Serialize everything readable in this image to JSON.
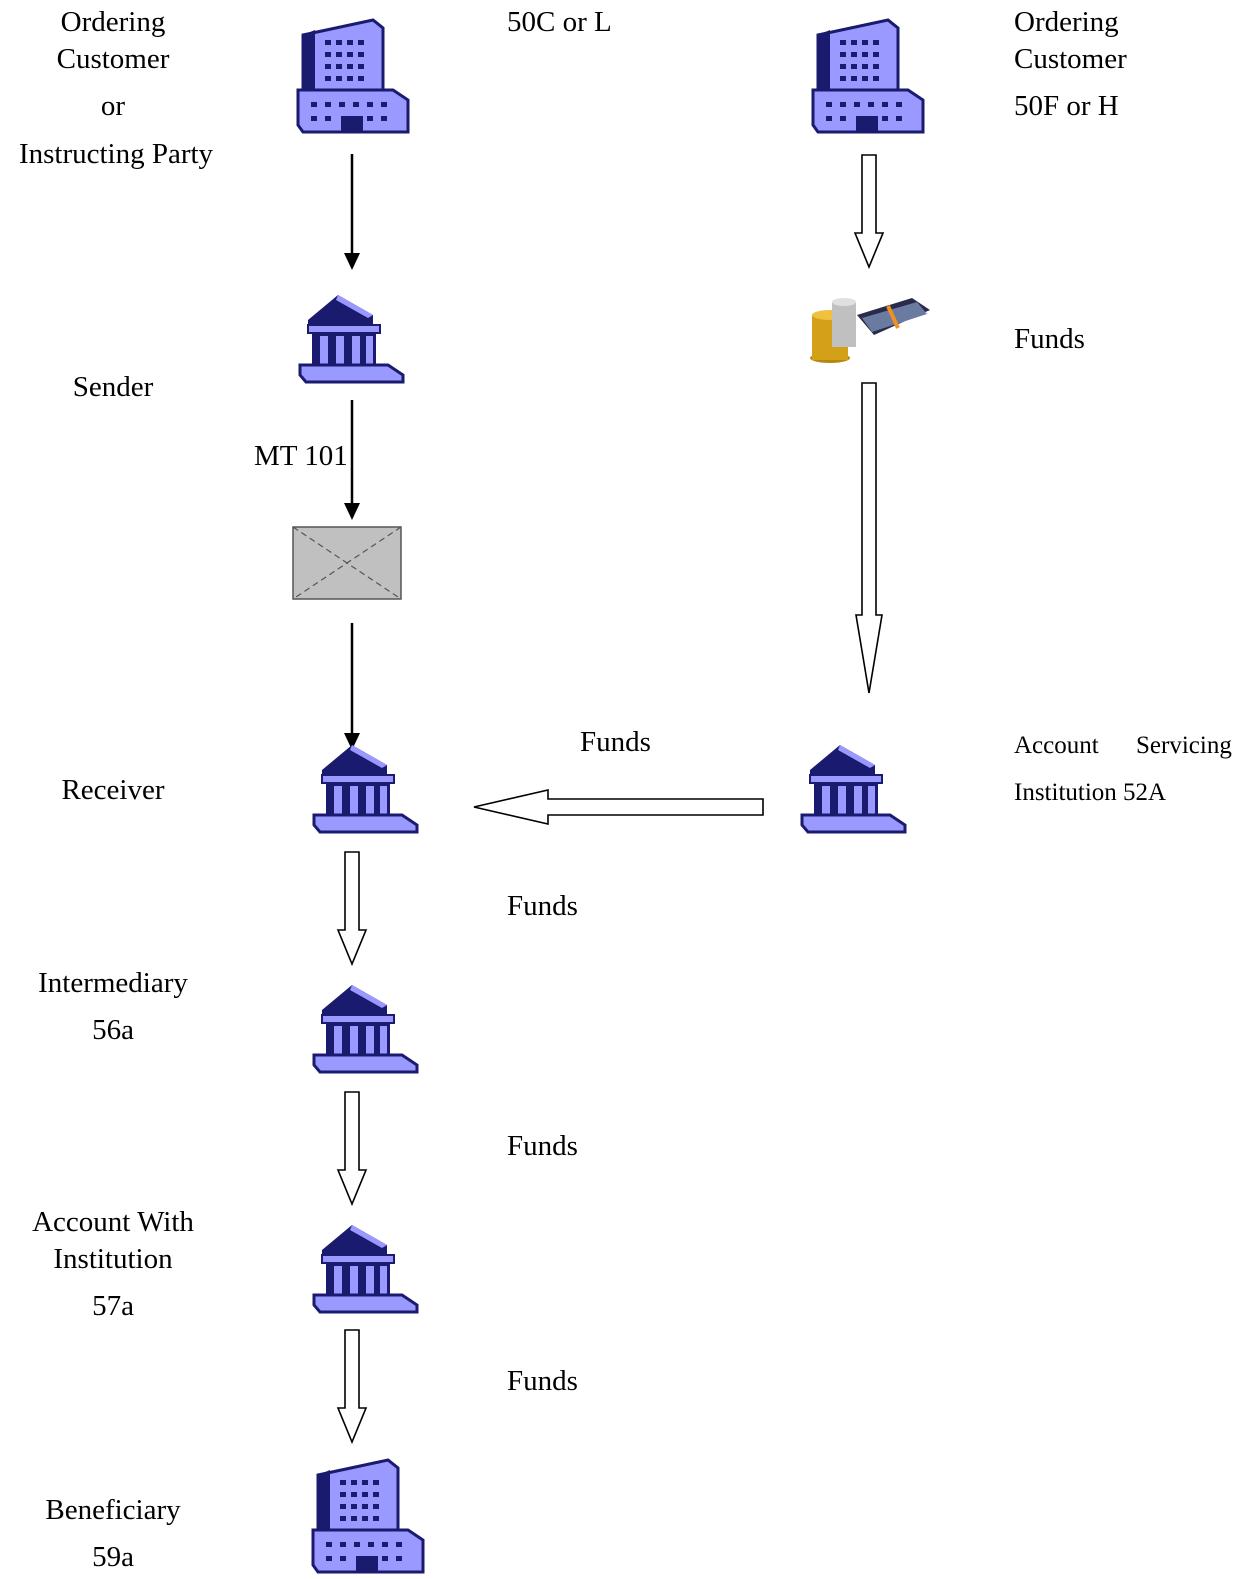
{
  "labels": {
    "ordering_left": [
      "Ordering",
      "Customer",
      "or",
      "Instructing Party"
    ],
    "ordering_left_option": "50C or L",
    "ordering_right": [
      "Ordering",
      "Customer",
      "50F or H"
    ],
    "funds_top_right": "Funds",
    "sender": "Sender",
    "mt101": "MT 101",
    "receiver": "Receiver",
    "funds_horizontal": "Funds",
    "account_servicing": [
      "Account",
      "Servicing",
      "Institution 52A"
    ],
    "funds_1": "Funds",
    "intermediary": [
      "Intermediary",
      "56a"
    ],
    "funds_2": "Funds",
    "account_with": [
      "Account With",
      "Institution",
      "57a"
    ],
    "funds_3": "Funds",
    "beneficiary": [
      "Beneficiary",
      "59a"
    ]
  },
  "colors": {
    "icon_fill": "#9999ff",
    "icon_dark": "#1a1a6e",
    "message_box": "#c0c0c0"
  },
  "icons": [
    "office-building-icon",
    "bank-icon",
    "money-stack-icon",
    "message-envelope-icon"
  ]
}
